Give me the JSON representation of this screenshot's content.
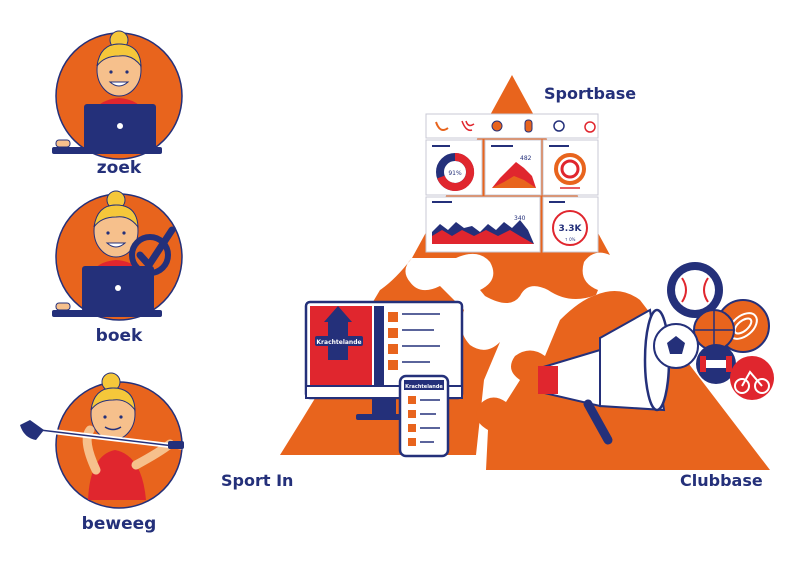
{
  "colors": {
    "orange": "#e8641d",
    "navy": "#24307a",
    "red": "#e0262e",
    "skin": "#f6c08c",
    "hair": "#f5c73a",
    "white": "#ffffff"
  },
  "steps": [
    {
      "label": "zoek",
      "icon": "laptop-icon"
    },
    {
      "label": "boek",
      "icon": "laptop-check-icon"
    },
    {
      "label": "beweeg",
      "icon": "golf-club-icon"
    }
  ],
  "pieces": {
    "sportbase": "Sportbase",
    "sport_in": "Sport In",
    "clubbase": "Clubbase"
  },
  "dashboard": {
    "donut_value": "91%",
    "area_peak": "482",
    "wave_peak": "340",
    "kpi": "3.3K",
    "kpi_sub": "↑ 0%"
  },
  "app": {
    "brand": "Krachtelande"
  }
}
